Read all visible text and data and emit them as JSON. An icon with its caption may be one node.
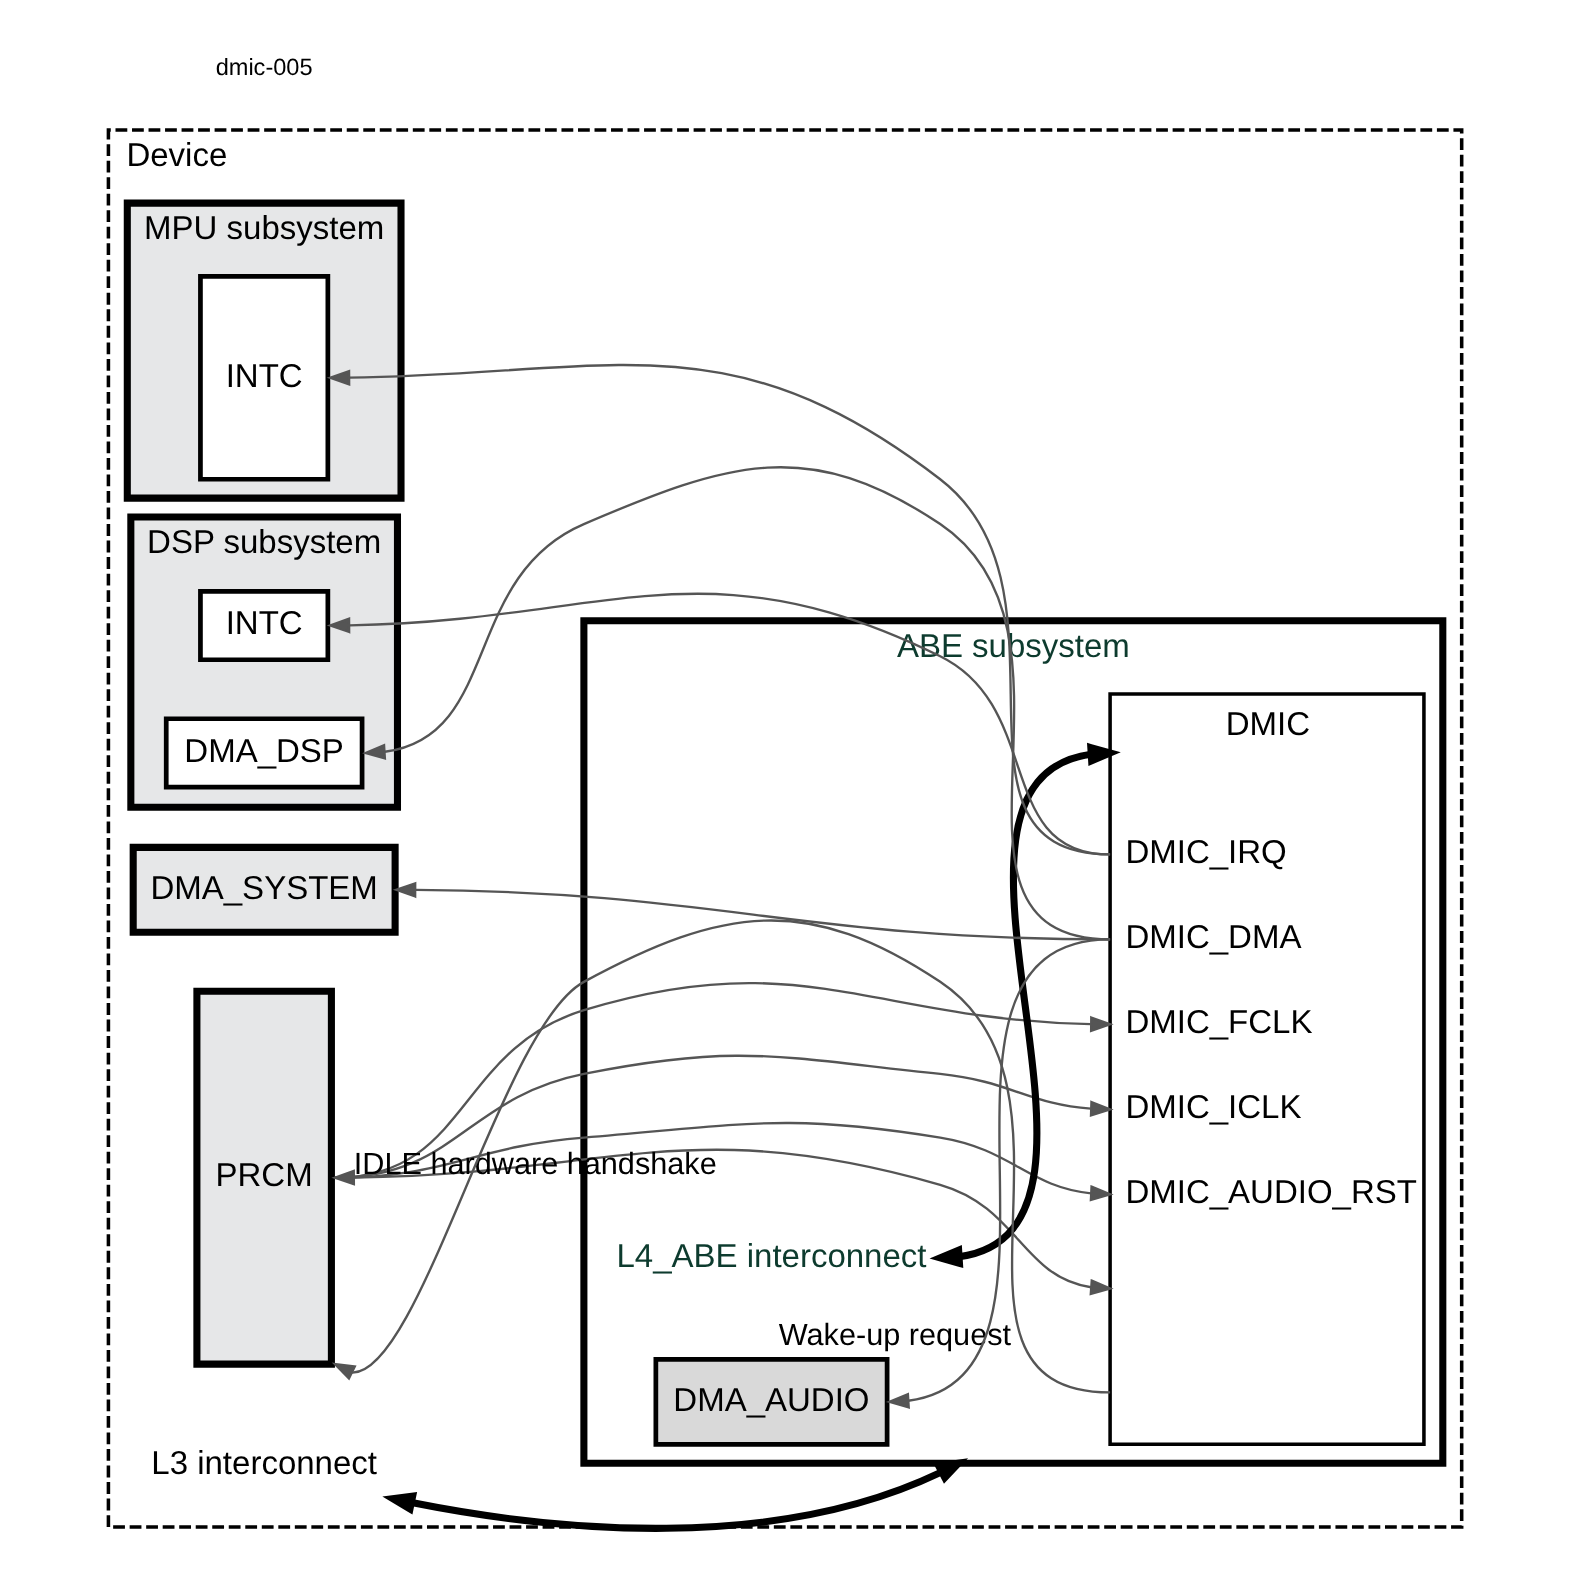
{
  "diagram": {
    "nodes": [
      {
        "text": [
          "Device"
        ]
      },
      {
        "text": [
          "MPU subsystem"
        ],
        "in": 0
      },
      {
        "text": [
          "INTC"
        ],
        "in": 1
      },
      {
        "text": [
          "DSP subsystem"
        ],
        "in": 0
      },
      {
        "text": [
          "INTC"
        ],
        "in": 3
      },
      {
        "text": [
          "DMA_DSP"
        ],
        "in": 3
      },
      {
        "text": [
          "DMA_SYSTEM"
        ],
        "in": 0
      },
      {
        "text": [
          "PRCM"
        ],
        "in": 0
      },
      {
        "text": [
          "L3 interconnect"
        ],
        "in": 0
      },
      {
        "text": [
          "ABE subsystem"
        ],
        "in": 0
      },
      {
        "text": [
          "L4_ABE interconnect"
        ],
        "in": 9
      },
      {
        "text": [
          "DMA_AUDIO"
        ],
        "in": 9
      },
      {
        "text": [
          "DMIC",
          "DMIC_IRQ",
          "DMIC_DMA",
          "DMIC_FCLK",
          "DMIC_ICLK",
          "DMIC_AUDIO_RST"
        ],
        "in": 9
      }
    ],
    "edges": [
      {
        "from": 8,
        "to": 9,
        "arrow": "both",
        "style": "thick"
      },
      {
        "from": 10,
        "to": 12,
        "arrow": "both",
        "style": "thick"
      },
      {
        "from": 12,
        "to": 2,
        "arrow": "to"
      },
      {
        "from": 12,
        "to": 4,
        "arrow": "to"
      },
      {
        "from": 12,
        "to": 5,
        "arrow": "to"
      },
      {
        "from": 12,
        "to": 6,
        "arrow": "to"
      },
      {
        "from": 12,
        "to": 11,
        "arrow": "to"
      },
      {
        "from": 7,
        "to": 12,
        "arrow": "to"
      },
      {
        "from": 7,
        "to": 12,
        "arrow": "to"
      },
      {
        "from": 7,
        "to": 12,
        "arrow": "to"
      },
      {
        "from": 7,
        "to": 12,
        "label": "IDLE hardware handshake",
        "arrow": "both"
      },
      {
        "from": 12,
        "to": 7,
        "label": "Wake-up request",
        "arrow": "to"
      }
    ],
    "labels": [
      "dmic-005"
    ]
  }
}
